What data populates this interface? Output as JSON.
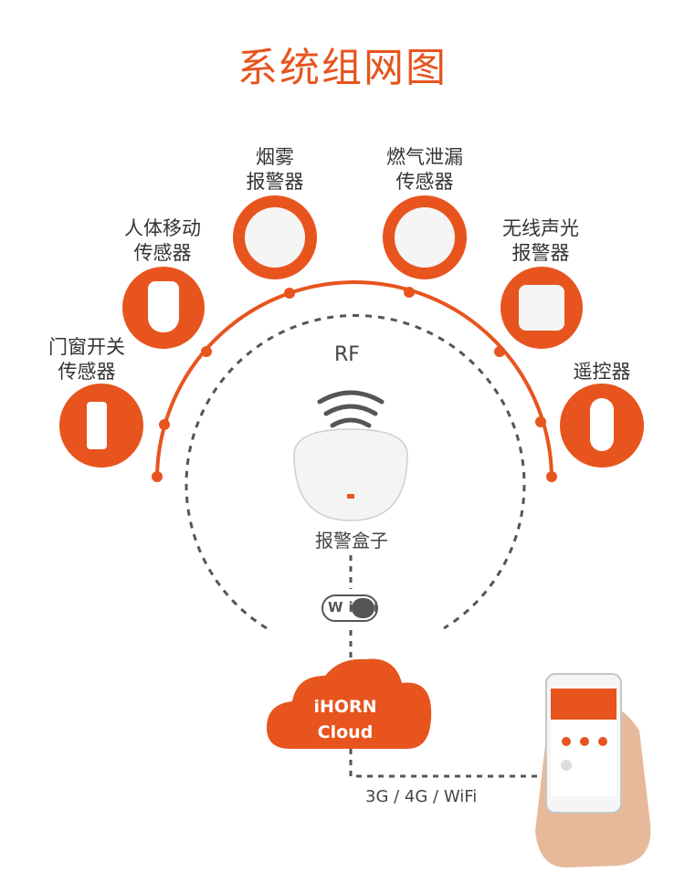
{
  "title": "系统组网图",
  "devices": [
    {
      "id": "door",
      "line1": "门窗开关",
      "line2": "传感器",
      "icon": "door-sensor-icon"
    },
    {
      "id": "motion",
      "line1": "人体移动",
      "line2": "传感器",
      "icon": "motion-sensor-icon"
    },
    {
      "id": "smoke",
      "line1": "烟雾",
      "line2": "报警器",
      "icon": "smoke-alarm-icon"
    },
    {
      "id": "gas",
      "line1": "燃气泄漏",
      "line2": "传感器",
      "icon": "gas-sensor-icon"
    },
    {
      "id": "siren",
      "line1": "无线声光",
      "line2": "报警器",
      "icon": "siren-icon"
    },
    {
      "id": "remote",
      "line1": "遥控器",
      "line2": "",
      "icon": "remote-control-icon"
    }
  ],
  "rf_label": "RF",
  "hub_label": "报警盒子",
  "wifi_label": "WiFi",
  "cloud": {
    "line1": "iHORN",
    "line2": "Cloud"
  },
  "network_label": "3G / 4G / WiFi",
  "colors": {
    "accent": "#e8541e",
    "text": "#333333",
    "dash": "#555555"
  }
}
